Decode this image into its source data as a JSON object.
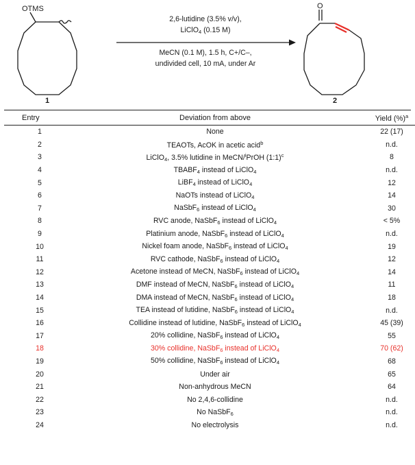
{
  "scheme": {
    "reactant_group_label": "OTMS",
    "product_atom_label": "O",
    "reactant_number": "1",
    "product_number": "2",
    "conditions_above": [
      "2,6-lutidine (3.5% v/v),",
      "LiClO4 (0.15 M)"
    ],
    "conditions_below": [
      "MeCN (0.1 M), 1.5 h, C+/C–,",
      "undivided cell, 10 mA, under Ar"
    ]
  },
  "colors": {
    "highlight": "#e8302a",
    "text": "#1a1a1a"
  },
  "table": {
    "headers": {
      "entry": "Entry",
      "deviation": "Deviation from above",
      "yield": "Yield (%)",
      "yield_footnote": "a"
    },
    "rows": [
      {
        "entry": "1",
        "deviation": "None",
        "yield": "22 (17)"
      },
      {
        "entry": "2",
        "deviation": "TEAOTs, AcOK in acetic acid",
        "dev_sup": "b",
        "yield": "n.d."
      },
      {
        "entry": "3",
        "deviation": "LiClO4, 3.5% lutidine in MeCN/iPrOH (1:1)",
        "dev_sup": "c",
        "yield": "8"
      },
      {
        "entry": "4",
        "deviation": "TBABF4 instead of LiClO4",
        "yield": "n.d."
      },
      {
        "entry": "5",
        "deviation": "LiBF4 instead of LiClO4",
        "yield": "12"
      },
      {
        "entry": "6",
        "deviation": "NaOTs instead of LiClO4",
        "yield": "14"
      },
      {
        "entry": "7",
        "deviation": "NaSbF6 instead of LiClO4",
        "yield": "30"
      },
      {
        "entry": "8",
        "deviation": "RVC anode, NaSbF6 instead of LiClO4",
        "yield": "< 5%"
      },
      {
        "entry": "9",
        "deviation": "Platinium anode, NaSbF6 instead of LiClO4",
        "yield": "n.d."
      },
      {
        "entry": "10",
        "deviation": "Nickel foam anode, NaSbF6 instead of LiClO4",
        "yield": "19"
      },
      {
        "entry": "11",
        "deviation": "RVC cathode, NaSbF6 instead of LiClO4",
        "yield": "12"
      },
      {
        "entry": "12",
        "deviation": "Acetone instead of MeCN, NaSbF6 instead of LiClO4",
        "yield": "14"
      },
      {
        "entry": "13",
        "deviation": "DMF instead of MeCN, NaSbF6 instead of LiClO4",
        "yield": "11"
      },
      {
        "entry": "14",
        "deviation": "DMA instead of MeCN, NaSbF6 instead of LiClO4",
        "yield": "18"
      },
      {
        "entry": "15",
        "deviation": "TEA instead of lutidine, NaSbF6 instead of LiClO4",
        "yield": "n.d."
      },
      {
        "entry": "16",
        "deviation": "Collidine instead of lutidine, NaSbF6 instead of LiClO4",
        "yield": "45 (39)"
      },
      {
        "entry": "17",
        "deviation": "20% collidine, NaSbF6 instead of LiClO4",
        "yield": "55"
      },
      {
        "entry": "18",
        "deviation": "30% collidine, NaSbF6 instead of LiClO4",
        "yield": "70 (62)",
        "highlight": true
      },
      {
        "entry": "19",
        "deviation": "50% collidine, NaSbF6 instead of LiClO4",
        "yield": "68"
      },
      {
        "entry": "20",
        "deviation": "Under air",
        "yield": "65"
      },
      {
        "entry": "21",
        "deviation": "Non-anhydrous MeCN",
        "yield": "64"
      },
      {
        "entry": "22",
        "deviation": "No 2,4,6-collidine",
        "yield": "n.d."
      },
      {
        "entry": "23",
        "deviation": "No NaSbF6",
        "yield": "n.d."
      },
      {
        "entry": "24",
        "deviation": "No electrolysis",
        "yield": "n.d."
      }
    ]
  }
}
